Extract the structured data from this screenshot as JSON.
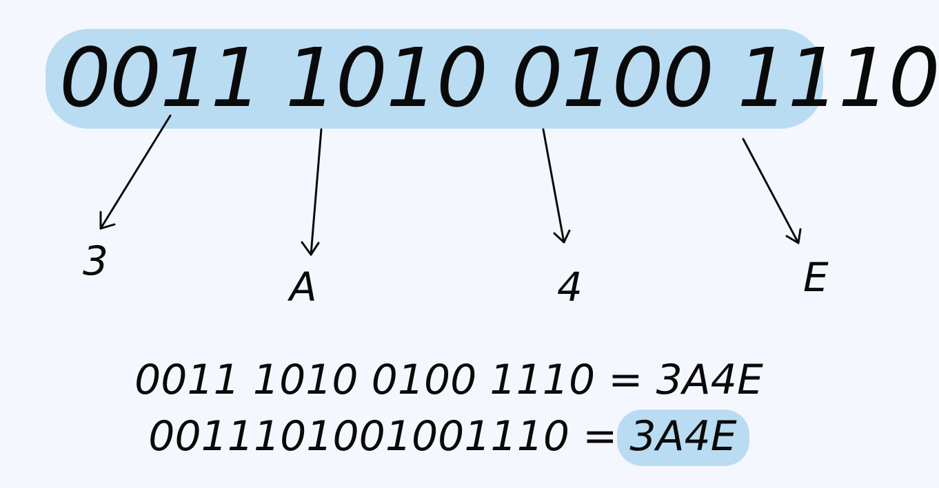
{
  "binary_grouped": "0011 1010 0100 1110",
  "hex_digits": [
    "3",
    "A",
    "4",
    "E"
  ],
  "equation_grouped": {
    "binary": "0011 1010 0100 1110",
    "equals": "=",
    "hex": "3A4E"
  },
  "equation_ungrouped": {
    "binary": "0011101001001110",
    "equals": "=",
    "hex": "3A4E"
  },
  "colors": {
    "background": "#f5f7fe",
    "highlight": "#b9dcf2",
    "text": "#0a0a0a"
  }
}
